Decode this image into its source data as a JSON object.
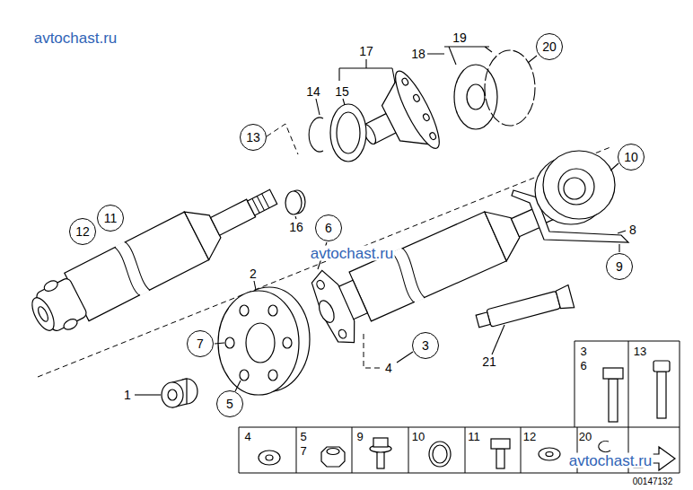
{
  "diagram": {
    "nodes": [
      {
        "text": [
          "20"
        ]
      },
      {
        "text": [
          "13"
        ]
      },
      {
        "text": [
          "10"
        ]
      },
      {
        "text": [
          "12"
        ]
      },
      {
        "text": [
          "11"
        ]
      },
      {
        "text": [
          "6"
        ]
      },
      {
        "text": [
          "9"
        ]
      },
      {
        "text": [
          "7"
        ]
      },
      {
        "text": [
          "3"
        ]
      },
      {
        "text": [
          "5"
        ]
      }
    ],
    "labels": [
      "avtochast.ru",
      "17",
      "19",
      "18",
      "14",
      "15",
      "16",
      "8",
      "avtochast.ru",
      "2",
      "4",
      "21",
      "1",
      "3",
      "6",
      "13",
      "4",
      "5",
      "7",
      "9",
      "10",
      "11",
      "12",
      "20",
      "avtochast.ru",
      "00147132"
    ]
  }
}
